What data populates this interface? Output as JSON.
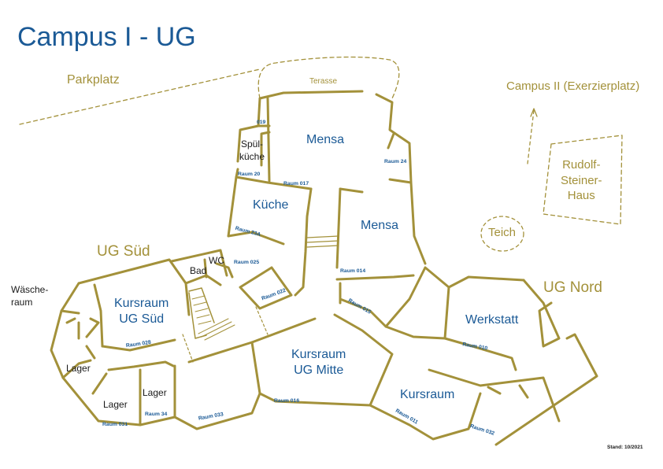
{
  "title": "Campus I - UG",
  "stand": "Stand: 10/2021",
  "colors": {
    "wall": "#a3913a",
    "title": "#1b5a96",
    "room_label": "#1b5a96",
    "external": "#a3913a"
  },
  "areas": {
    "parkplatz": "Parkplatz",
    "campus2": "Campus II (Exerzierplatz)",
    "steiner_haus": [
      "Rudolf-",
      "Steiner-",
      "Haus"
    ],
    "teich": "Teich",
    "ug_sued": "UG Süd",
    "ug_nord": "UG Nord",
    "terasse": "Terasse"
  },
  "rooms": {
    "mensa_oben": "Mensa",
    "mensa_unten": "Mensa",
    "kueche": "Küche",
    "spuelkueche": [
      "Spül-",
      "küche"
    ],
    "wc": "WC",
    "bad": "Bad",
    "waescheraum": [
      "Wäsche-",
      "raum"
    ],
    "kursraum_sued": [
      "Kursraum",
      "UG Süd"
    ],
    "kursraum_mitte": [
      "Kursraum",
      "UG Mitte"
    ],
    "kursraum": "Kursraum",
    "werkstatt": "Werkstatt",
    "lager_1": "Lager",
    "lager_2": "Lager",
    "lager_3": "Lager"
  },
  "room_numbers": {
    "r019": "019",
    "raum20": "Raum 20",
    "raum017": "Raum 017",
    "raum24": "Raum 24",
    "raum23a": "Raum 23A",
    "raum025": "Raum 025",
    "raum022": "Raum 022",
    "raum014": "Raum 014",
    "raum015": "Raum 015",
    "raum028": "Raum 028",
    "raum010": "Raum 010",
    "raum031": "Raum 031",
    "raum34": "Raum 34",
    "raum033": "Raum 033",
    "raum016": "Raum 016",
    "raum011": "Raum 011",
    "raum032": "Raum 032"
  }
}
